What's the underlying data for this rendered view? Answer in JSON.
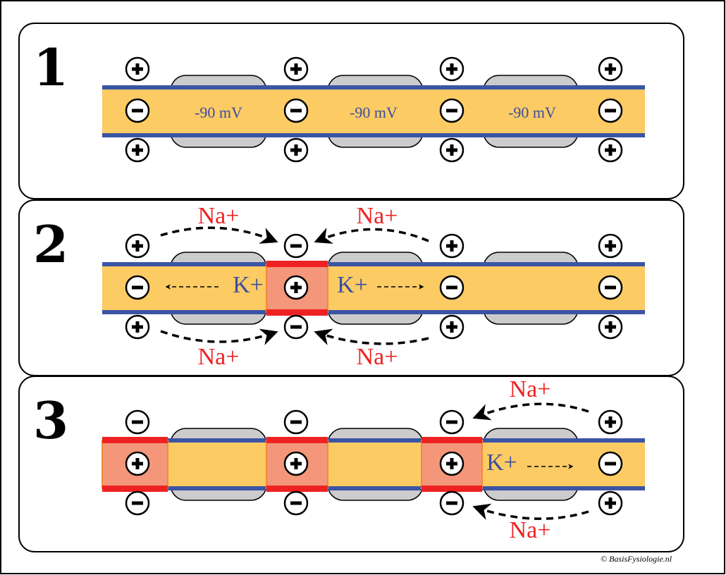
{
  "colors": {
    "axon": "#fccb64",
    "membrane": "#3b55a5",
    "myelin": "#cccccc",
    "depolarized": "#f4967a",
    "depolarized_membrane": "#ee2222",
    "na_label": "#ee2222",
    "k_label": "#3b4fa0"
  },
  "copyright": "© BasisFysiologie.nl",
  "panels": [
    {
      "number": "1",
      "voltages": [
        "-90 mV",
        "-90 mV",
        "-90 mV"
      ],
      "charges": {
        "top": [
          "+",
          "+",
          "+",
          "+"
        ],
        "middle": [
          "-",
          "-",
          "-",
          "-"
        ],
        "bottom": [
          "+",
          "+",
          "+",
          "+"
        ]
      },
      "na_labels": [],
      "k_labels": []
    },
    {
      "number": "2",
      "voltages": [],
      "charges": {
        "top": [
          "+",
          "-",
          "+",
          "+"
        ],
        "middle": [
          "-",
          "+",
          "-",
          "-"
        ],
        "bottom": [
          "+",
          "-",
          "+",
          "+"
        ]
      },
      "na_labels": [
        "Na+",
        "Na+",
        "Na+",
        "Na+"
      ],
      "k_labels": [
        "K+",
        "K+"
      ]
    },
    {
      "number": "3",
      "voltages": [],
      "charges": {
        "top": [
          "-",
          "-",
          "-",
          "+"
        ],
        "middle": [
          "+",
          "+",
          "+",
          "-"
        ],
        "bottom": [
          "-",
          "-",
          "-",
          "+"
        ]
      },
      "na_labels": [
        "Na+",
        "Na+"
      ],
      "k_labels": [
        "K+"
      ]
    }
  ]
}
